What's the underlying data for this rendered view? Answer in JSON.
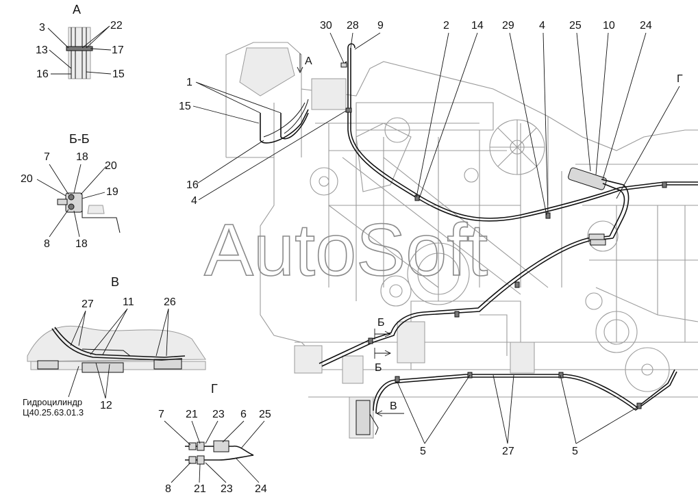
{
  "watermark": "AutoSoft",
  "views": {
    "a": {
      "title": "А",
      "callouts": [
        "3",
        "22",
        "13",
        "17",
        "16",
        "15"
      ]
    },
    "bb": {
      "title": "Б-Б",
      "callouts": [
        "7",
        "18",
        "20",
        "20",
        "19",
        "8",
        "18"
      ]
    },
    "v": {
      "title": "В",
      "callouts": [
        "27",
        "11",
        "26",
        "12"
      ],
      "note_line1": "Гидроцилиндр",
      "note_line2": "Ц40.25.63.01.3"
    },
    "g": {
      "title": "Г",
      "callouts_top": [
        "7",
        "21",
        "23",
        "6",
        "25"
      ],
      "callouts_bottom": [
        "8",
        "21",
        "23",
        "24"
      ]
    }
  },
  "main": {
    "callouts_top": [
      "30",
      "28",
      "9",
      "2",
      "14",
      "29",
      "4",
      "25",
      "10",
      "24"
    ],
    "callouts_left": [
      "1",
      "15",
      "16",
      "4"
    ],
    "callouts_bottom": [
      "5",
      "27",
      "5"
    ],
    "view_markers": {
      "a": "А",
      "b_top": "Б",
      "b_bottom": "Б",
      "v": "В",
      "g": "Г"
    }
  }
}
